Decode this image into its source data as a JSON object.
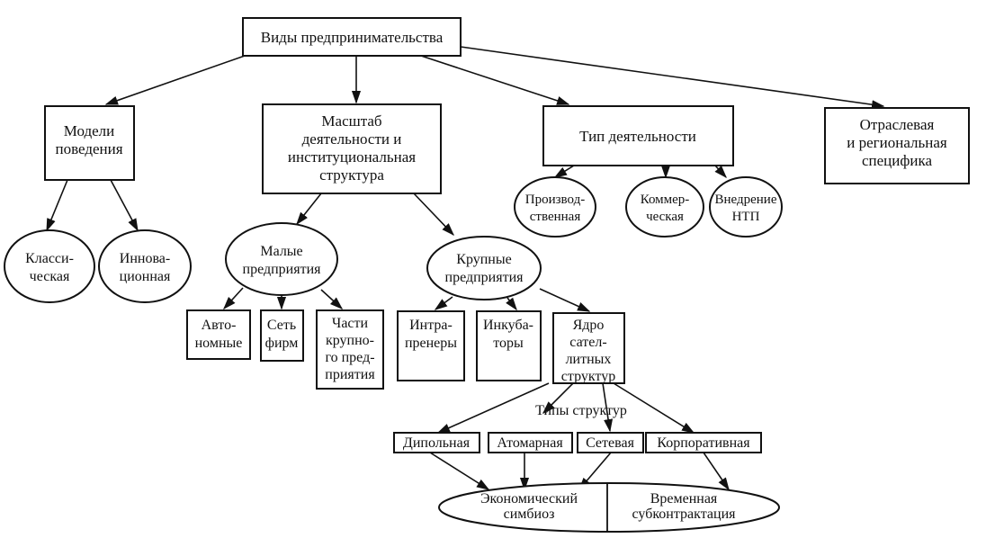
{
  "root": "Виды предпринимательства",
  "categories": {
    "behavior_models": [
      "Модели",
      "поведения"
    ],
    "scale": [
      "Масштаб",
      "деятельности и",
      "институциональная",
      "структура"
    ],
    "activity_type": [
      "Тип деятельности"
    ],
    "regional": [
      "Отраслевая",
      "и региональная",
      "специфика"
    ]
  },
  "behavior_types": {
    "classic": [
      "Класси-",
      "ческая"
    ],
    "innovative": [
      "Иннова-",
      "ционная"
    ]
  },
  "activity_kinds": {
    "production": [
      "Производ-",
      "ственная"
    ],
    "commercial": [
      "Коммер-",
      "ческая"
    ],
    "ntp": [
      "Внедрение",
      "НТП"
    ]
  },
  "enterprises": {
    "small": [
      "Малые",
      "предприятия"
    ],
    "large": [
      "Крупные",
      "предприятия"
    ]
  },
  "small_forms": {
    "autonomous": [
      "Авто-",
      "номные"
    ],
    "network": [
      "Сеть",
      "фирм"
    ],
    "parts": [
      "Части",
      "крупно-",
      "го пред-",
      "приятия"
    ]
  },
  "large_forms": {
    "intrapreneurs": [
      "Интра-",
      "пренеры"
    ],
    "incubators": [
      "Инкуба-",
      "торы"
    ],
    "core": [
      "Ядро",
      "сател-",
      "литных",
      "структур"
    ]
  },
  "structure_types_label": "Типы структур",
  "structure_types": {
    "dipole": "Дипольная",
    "atomic": "Атомарная",
    "network": "Сетевая",
    "corporate": "Корпоративная"
  },
  "outcomes": {
    "symbiosis": [
      "Экономический",
      "симбиоз"
    ],
    "subcontracting": [
      "Временная",
      "субконтрактация"
    ]
  }
}
